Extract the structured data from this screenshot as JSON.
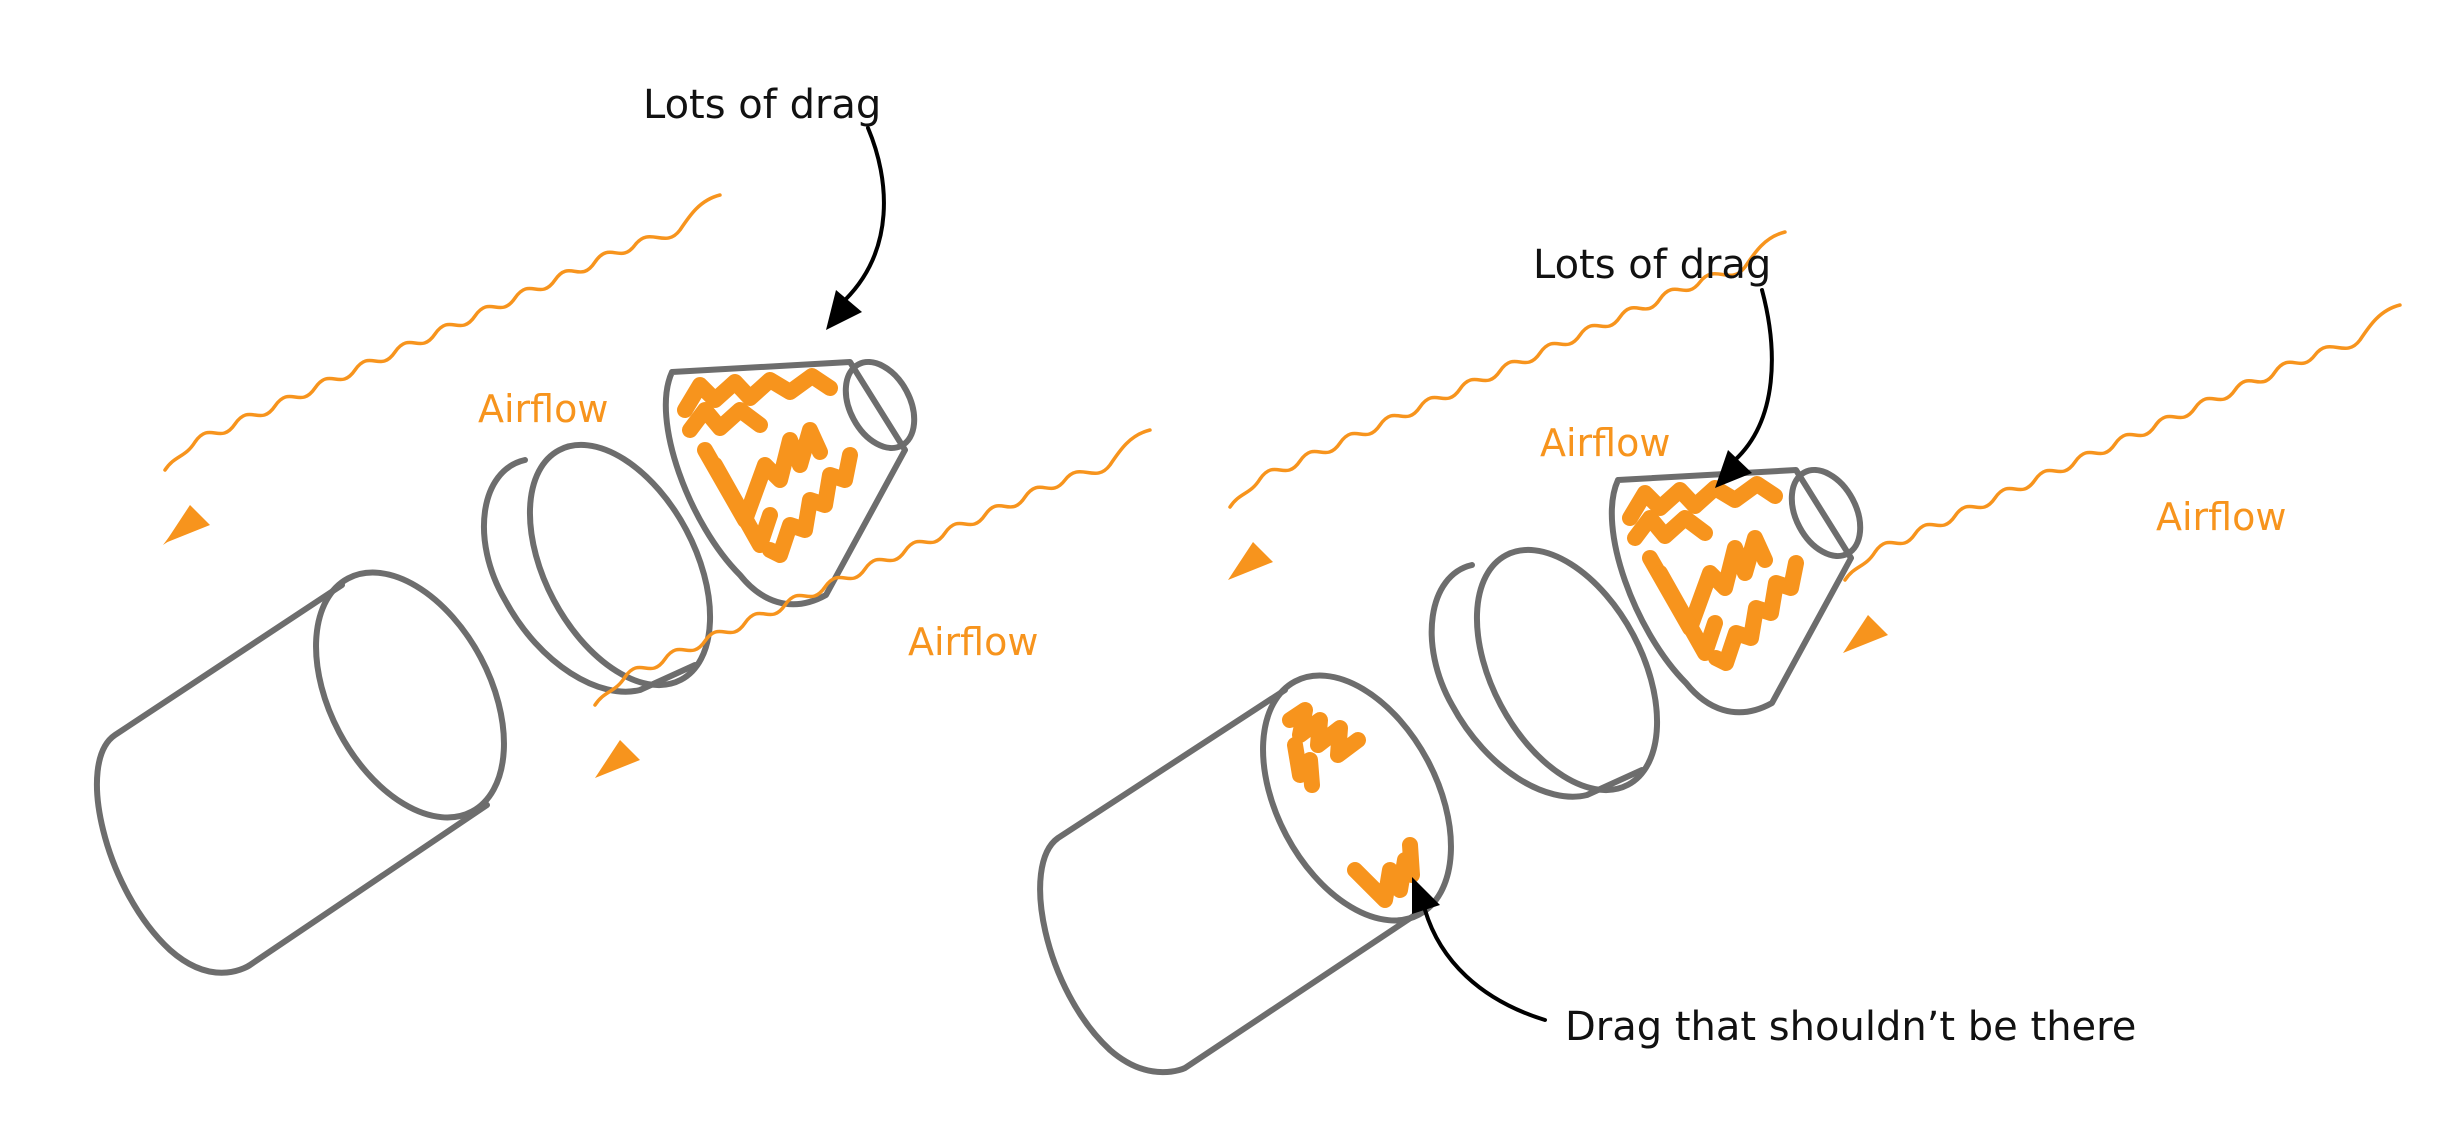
{
  "colors": {
    "airflow": "#f7941d",
    "outline": "#6d6d6d",
    "text": "#111111"
  },
  "left_diagram": {
    "drag_label": "Lots of drag",
    "airflow_labels": [
      "Airflow",
      "Airflow"
    ]
  },
  "right_diagram": {
    "drag_label": "Lots of drag",
    "airflow_labels": [
      "Airflow",
      "Airflow"
    ],
    "unwanted_drag_label": "Drag that shouldn’t be there"
  }
}
